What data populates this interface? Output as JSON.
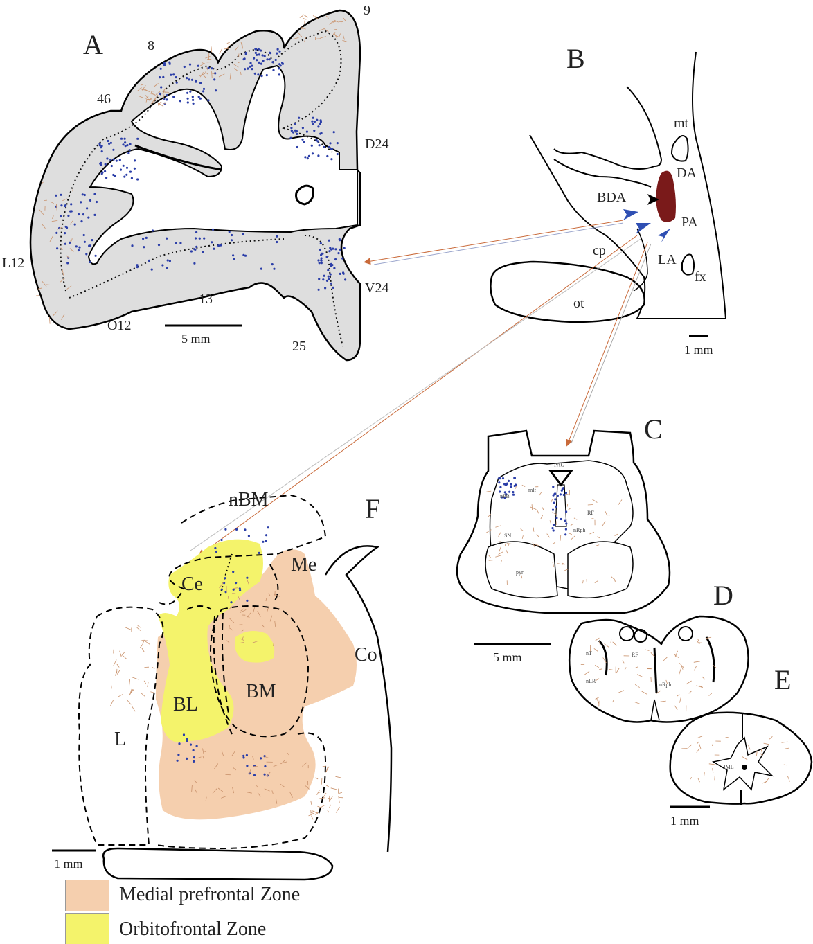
{
  "panels": {
    "A": {
      "letter": "A",
      "areas": {
        "a8": "8",
        "a9": "9",
        "a46": "46",
        "d24": "D24",
        "l12": "L12",
        "a13": "13",
        "o12": "O12",
        "v24": "V24",
        "a25": "25"
      },
      "scale": "5 mm"
    },
    "B": {
      "letter": "B",
      "areas": {
        "mt": "mt",
        "da": "DA",
        "bda": "BDA",
        "pa": "PA",
        "cp": "cp",
        "la": "LA",
        "fx": "fx",
        "ot": "ot"
      },
      "scale": "1 mm"
    },
    "C": {
      "letter": "C",
      "areas": {
        "pag": "PAG",
        "npb": "nPB",
        "mlf": "mlf",
        "rf": "RF",
        "sn": "SN",
        "nrph": "nRph",
        "pyr": "pyr"
      },
      "scale": "5 mm"
    },
    "D": {
      "letter": "D",
      "areas": {
        "nt": "nT",
        "rf": "RF",
        "nlr": "nLR",
        "nrph": "nRph"
      }
    },
    "E": {
      "letter": "E",
      "areas": {
        "iml": "IML"
      },
      "scale": "1 mm"
    },
    "F": {
      "letter": "F",
      "areas": {
        "nbm": "nBM",
        "ce": "Ce",
        "me": "Me",
        "co": "Co",
        "bl": "BL",
        "bm": "BM",
        "l": "L"
      },
      "scale": "1 mm"
    }
  },
  "legend": [
    {
      "label": "Medial prefrontal Zone",
      "color": "#f5cfae"
    },
    {
      "label": "Orbitofrontal Zone",
      "color": "#f4f36b"
    }
  ],
  "colors": {
    "cortex_fill": "#dedede",
    "label_dot": "#2b3ea8",
    "fiber": "#c9926c",
    "injection": "#7a1a1a",
    "arrow_orange": "#c96a3a",
    "arrow_blue": "#2f4fb3"
  }
}
